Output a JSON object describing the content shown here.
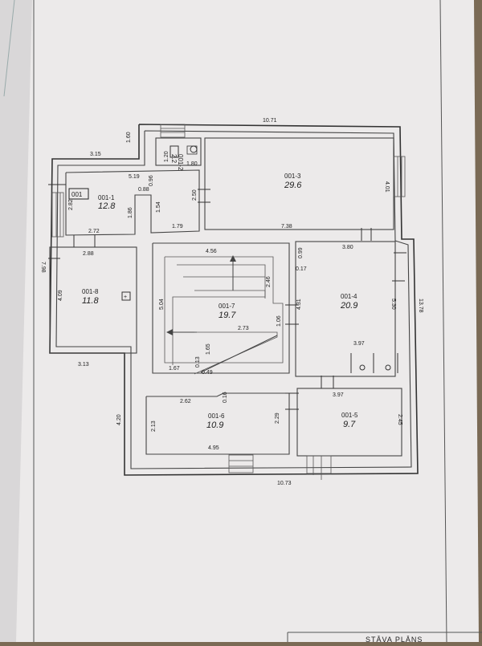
{
  "plan": {
    "title": "STĀVA PLĀNS",
    "building_label": "001",
    "outer_dimensions": {
      "top": "10.71",
      "bottom": "10.73",
      "left_total": "7.98",
      "right_total": "13.78",
      "left_upper": "1.60",
      "left_lower": "4.20",
      "step_top": "3.15",
      "step_mid": "3.13"
    },
    "rooms": [
      {
        "id": "001-1",
        "area": "12.8"
      },
      {
        "id": "001-2",
        "area": "2.2"
      },
      {
        "id": "001-3",
        "area": "29.6"
      },
      {
        "id": "001-4",
        "area": "20.9"
      },
      {
        "id": "001-5",
        "area": "9.7"
      },
      {
        "id": "001-6",
        "area": "10.9"
      },
      {
        "id": "001-7",
        "area": "19.7"
      },
      {
        "id": "001-8",
        "area": "11.8"
      }
    ],
    "room_dimensions": {
      "r1_top": "5.19",
      "r1_left": "2.82",
      "r1_bottom": "2.72",
      "r1_a": "0.88",
      "r1_b": "0.96",
      "r1_c": "1.86",
      "r1_d": "1.54",
      "r1_e": "1.79",
      "r1_f": "2.50",
      "r2_w": "1.80",
      "r2_h": "1.20",
      "r3_right": "4.01",
      "r3_bottom": "7.38",
      "r4_top": "3.80",
      "r4_a": "0.99",
      "r4_b": "0.17",
      "r4_left": "4.31",
      "r4_right": "5.30",
      "r4_bottom": "3.97",
      "r5_top": "3.97",
      "r5_right": "2.45",
      "r6_top": "2.62",
      "r6_a": "0.16",
      "r6_left": "2.13",
      "r6_right": "2.29",
      "r6_bottom": "4.95",
      "r7_top": "4.56",
      "r7_left": "5.04",
      "r7_right": "2.46",
      "r7_mid": "2.73",
      "r7_a": "1.06",
      "r7_b": "1.65",
      "r7_c": "1.67",
      "r7_d": "0.13",
      "r7_e": "0.49",
      "r8_top": "2.88",
      "r8_left": "4.09"
    }
  }
}
